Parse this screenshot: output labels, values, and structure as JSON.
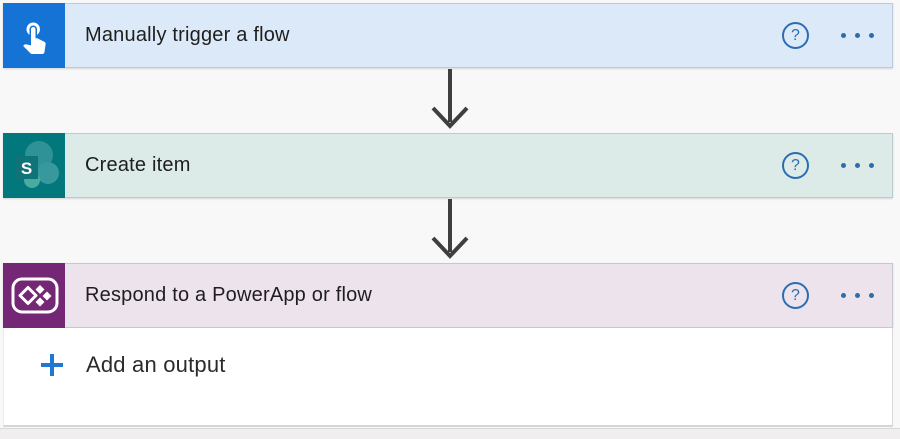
{
  "app_context": "flow-designer",
  "steps": [
    {
      "title": "Manually trigger a flow",
      "icon": "manual-trigger-touch-icon",
      "tile_color": "#1673d6",
      "header_bg": "#dce9f8"
    },
    {
      "title": "Create item",
      "icon": "sharepoint-icon",
      "tile_letter": "S",
      "tile_color": "#03787c",
      "header_bg": "#dcebe7"
    },
    {
      "title": "Respond to a PowerApp or flow",
      "icon": "powerapps-icon",
      "tile_color": "#742774",
      "header_bg": "#ece3ed"
    }
  ],
  "icons": {
    "help_glyph": "?",
    "more_options": "ellipsis-horizontal",
    "connector": "arrow-down"
  },
  "add_output": {
    "label": "Add an output",
    "plus_glyph": "+"
  },
  "colors": {
    "accent_blue": "#2a6db1",
    "plus_blue": "#2178d4",
    "arrow_gray": "#3f3f3f",
    "canvas_bg": "#f9f8f8",
    "body_bg": "#ffffff",
    "bottom_strip": "#f0eeee",
    "title_text": "#1e1e1e"
  }
}
